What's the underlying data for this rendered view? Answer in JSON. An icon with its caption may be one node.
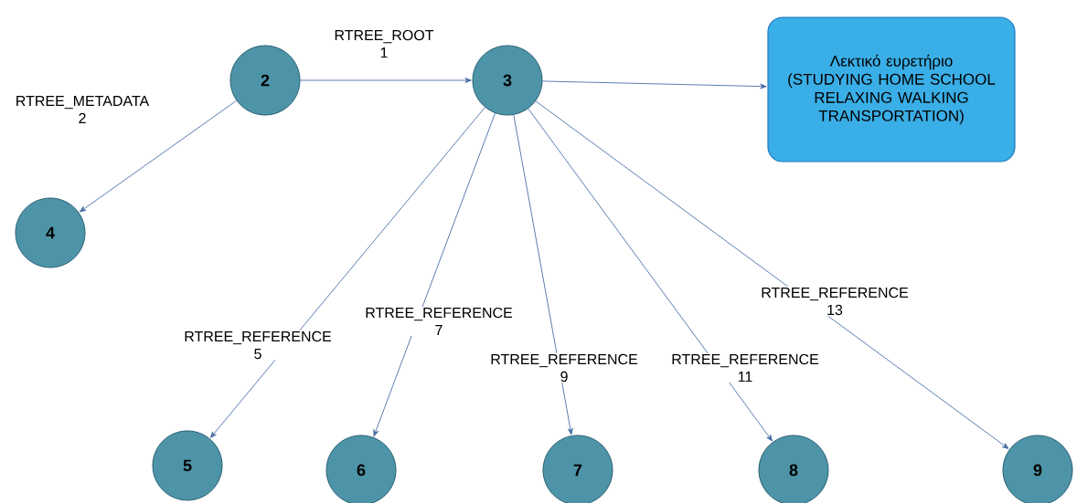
{
  "diagram": {
    "nodes": [
      {
        "text": [
          "2"
        ]
      },
      {
        "text": [
          "3"
        ]
      },
      {
        "text": [
          "Λεκτικό ευρετήριο",
          "(STUDYING HOME SCHOOL RELAXING WALKING TRANSPORTATION)"
        ]
      },
      {
        "text": [
          "4"
        ]
      },
      {
        "text": [
          "5"
        ]
      },
      {
        "text": [
          "6"
        ]
      },
      {
        "text": [
          "7"
        ]
      },
      {
        "text": [
          "8"
        ]
      },
      {
        "text": [
          "9"
        ]
      }
    ],
    "edges": [
      {
        "from": 0,
        "to": 1,
        "arrow": "to",
        "label": "RTREE_ROOT 1"
      },
      {
        "from": 1,
        "to": 2,
        "arrow": "to"
      },
      {
        "from": 0,
        "to": 3,
        "arrow": "to",
        "label": "RTREE_METADATA 2"
      },
      {
        "from": 1,
        "to": 4,
        "arrow": "to",
        "label": "RTREE_REFERENCE 5"
      },
      {
        "from": 1,
        "to": 5,
        "arrow": "to",
        "label": "RTREE_REFERENCE 7"
      },
      {
        "from": 1,
        "to": 6,
        "arrow": "to",
        "label": "RTREE_REFERENCE 9"
      },
      {
        "from": 1,
        "to": 7,
        "arrow": "to",
        "label": "RTREE_REFERENCE 11"
      },
      {
        "from": 1,
        "to": 8,
        "arrow": "to",
        "label": "RTREE_REFERENCE 13"
      }
    ]
  }
}
